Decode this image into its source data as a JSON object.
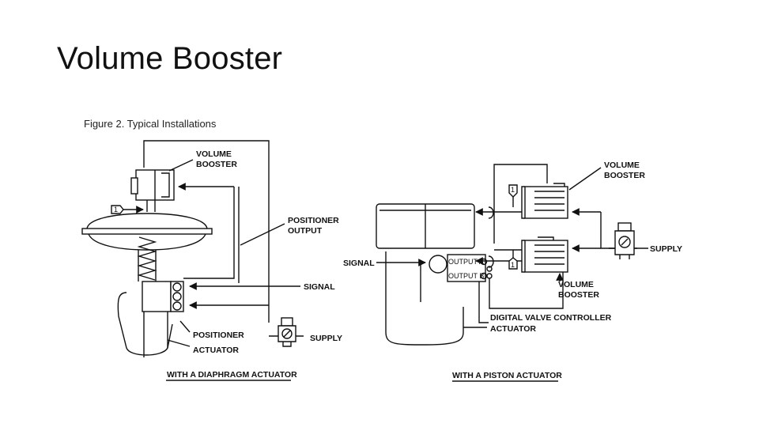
{
  "slide": {
    "title": "Volume Booster"
  },
  "figure": {
    "caption": "Figure 2. Typical Installations"
  },
  "left_diagram": {
    "volume_booster_line1": "VOLUME",
    "volume_booster_line2": "BOOSTER",
    "positioner_output_line1": "POSITIONER",
    "positioner_output_line2": "OUTPUT",
    "signal": "SIGNAL",
    "positioner": "POSITIONER",
    "supply": "SUPPLY",
    "actuator": "ACTUATOR",
    "note_marker": "1",
    "subtitle": "WITH A DIAPHRAGM ACTUATOR"
  },
  "right_diagram": {
    "volume_booster_top_line1": "VOLUME",
    "volume_booster_top_line2": "BOOSTER",
    "supply": "SUPPLY",
    "signal": "SIGNAL",
    "output_a": "OUTPUT A",
    "output_b": "OUTPUT B",
    "volume_booster_bottom_line1": "VOLUME",
    "volume_booster_bottom_line2": "BOOSTER",
    "dvc": "DIGITAL VALVE CONTROLLER",
    "actuator": "ACTUATOR",
    "note_marker_top": "1",
    "note_marker_bottom": "1",
    "subtitle": "WITH A PISTON ACTUATOR"
  }
}
